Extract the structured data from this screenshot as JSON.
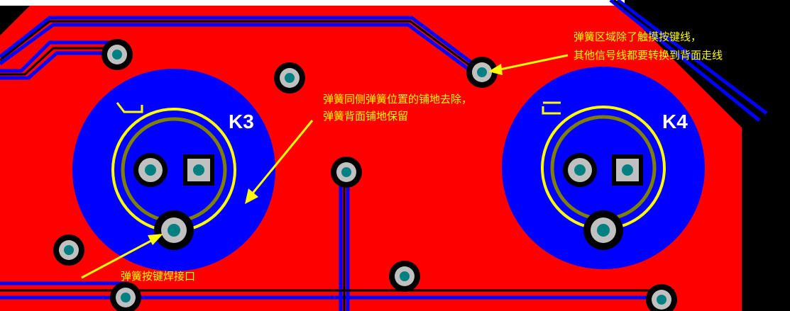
{
  "annotations": {
    "spring_area": "弹簧区域除了触摸按键线，",
    "other_signals": "其他信号线都要转换到背面走线",
    "same_side": "弹簧同侧弹簧位置的铺地去除，",
    "back_side": "弹簧背面铺地保留",
    "solder": "弹簧按键焊接口"
  },
  "labels": {
    "k3": "K3",
    "k4": "K4"
  },
  "colors": {
    "copper_top": "#ff0000",
    "copper_bottom": "#0000ff",
    "silkscreen": "#ffff00",
    "pad_ring": "#808000",
    "via": "#c0c0c0"
  }
}
